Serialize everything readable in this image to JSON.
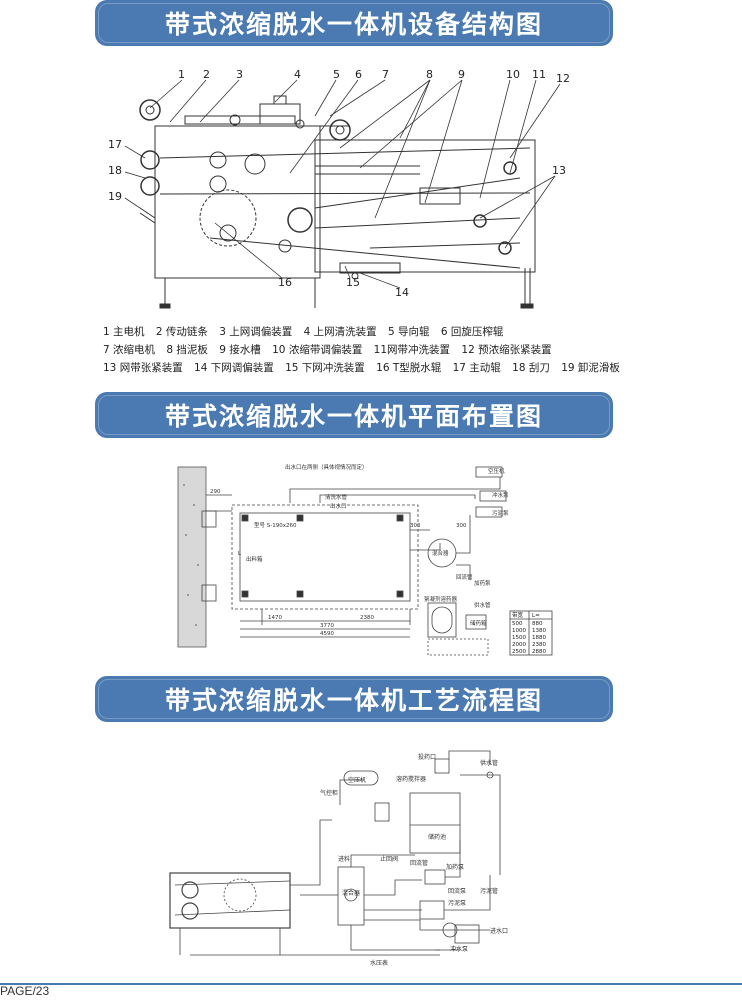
{
  "sections": {
    "structure_title": "带式浓缩脱水一体机设备结构图",
    "layout_title": "带式浓缩脱水一体机平面布置图",
    "process_title": "带式浓缩脱水一体机工艺流程图"
  },
  "structure": {
    "callouts": [
      "1",
      "2",
      "3",
      "4",
      "5",
      "6",
      "7",
      "8",
      "9",
      "10",
      "11",
      "12",
      "13",
      "14",
      "15",
      "16",
      "17",
      "18",
      "19"
    ],
    "legend_rows": [
      [
        "1 主电机",
        "2 传动链条",
        "3 上网调偏装置",
        "4 上网清洗装置",
        "5 导向辊",
        "6 回旋压榨辊"
      ],
      [
        "7 浓缩电机",
        "8 挡泥板",
        "9 接水槽",
        "10 浓缩带调偏装置",
        "11网带冲洗装置",
        "12 预浓缩张紧装置"
      ],
      [
        "13 网带张紧装置",
        "14 下网调偏装置",
        "15 下网冲洗装置",
        "16 T型脱水辊",
        "17 主动辊",
        "18 刮刀",
        "19 卸泥滑板"
      ]
    ]
  },
  "layout": {
    "labels": {
      "outlet": "出水口在两侧（具体视情况而定）",
      "air_compressor": "空压机",
      "flush_pump": "冲水泵",
      "sludge_pump": "污泥泵",
      "flush_pipe": "清洗水管",
      "outlet_small": "出水口",
      "model": "型号  S-190x260",
      "feed_tank": "出料箱",
      "mixer": "混合器",
      "return_pipe": "回流管",
      "dosing_pump": "加药泵",
      "supply_pipe": "供水管",
      "dosing_tank": "絮凝剂溶药器",
      "storage": "储药箱"
    },
    "dims": {
      "d290": "290",
      "d300a": "300",
      "d300b": "300",
      "d1470": "1470",
      "d3770": "3770",
      "d2380": "2380",
      "d4590": "4590",
      "L": "L"
    },
    "table": {
      "headers": [
        "带宽",
        "L="
      ],
      "rows": [
        [
          "500",
          "880"
        ],
        [
          "1000",
          "1380"
        ],
        [
          "1500",
          "1880"
        ],
        [
          "2000",
          "2380"
        ],
        [
          "2500",
          "2880"
        ]
      ]
    }
  },
  "process": {
    "labels": {
      "dosing_box": "投药口",
      "dosing_mixer": "溶药搅拌器",
      "water_pipe": "供水管",
      "air_valve": "气控柜",
      "air_compressor": "空压机",
      "storage": "储药池",
      "return_pipe": "回流管",
      "stop_valve": "止回阀",
      "dosing_pump": "加药泵",
      "return_pump": "回流泵",
      "sludge_pump": "污泥泵",
      "feed": "进料",
      "mixer": "混合器",
      "sludge_pipe": "污泥管",
      "inlet": "进水口",
      "flush_pump": "冲水泵",
      "pressure": "水压表"
    }
  },
  "footer": {
    "page": "PAGE/23"
  }
}
